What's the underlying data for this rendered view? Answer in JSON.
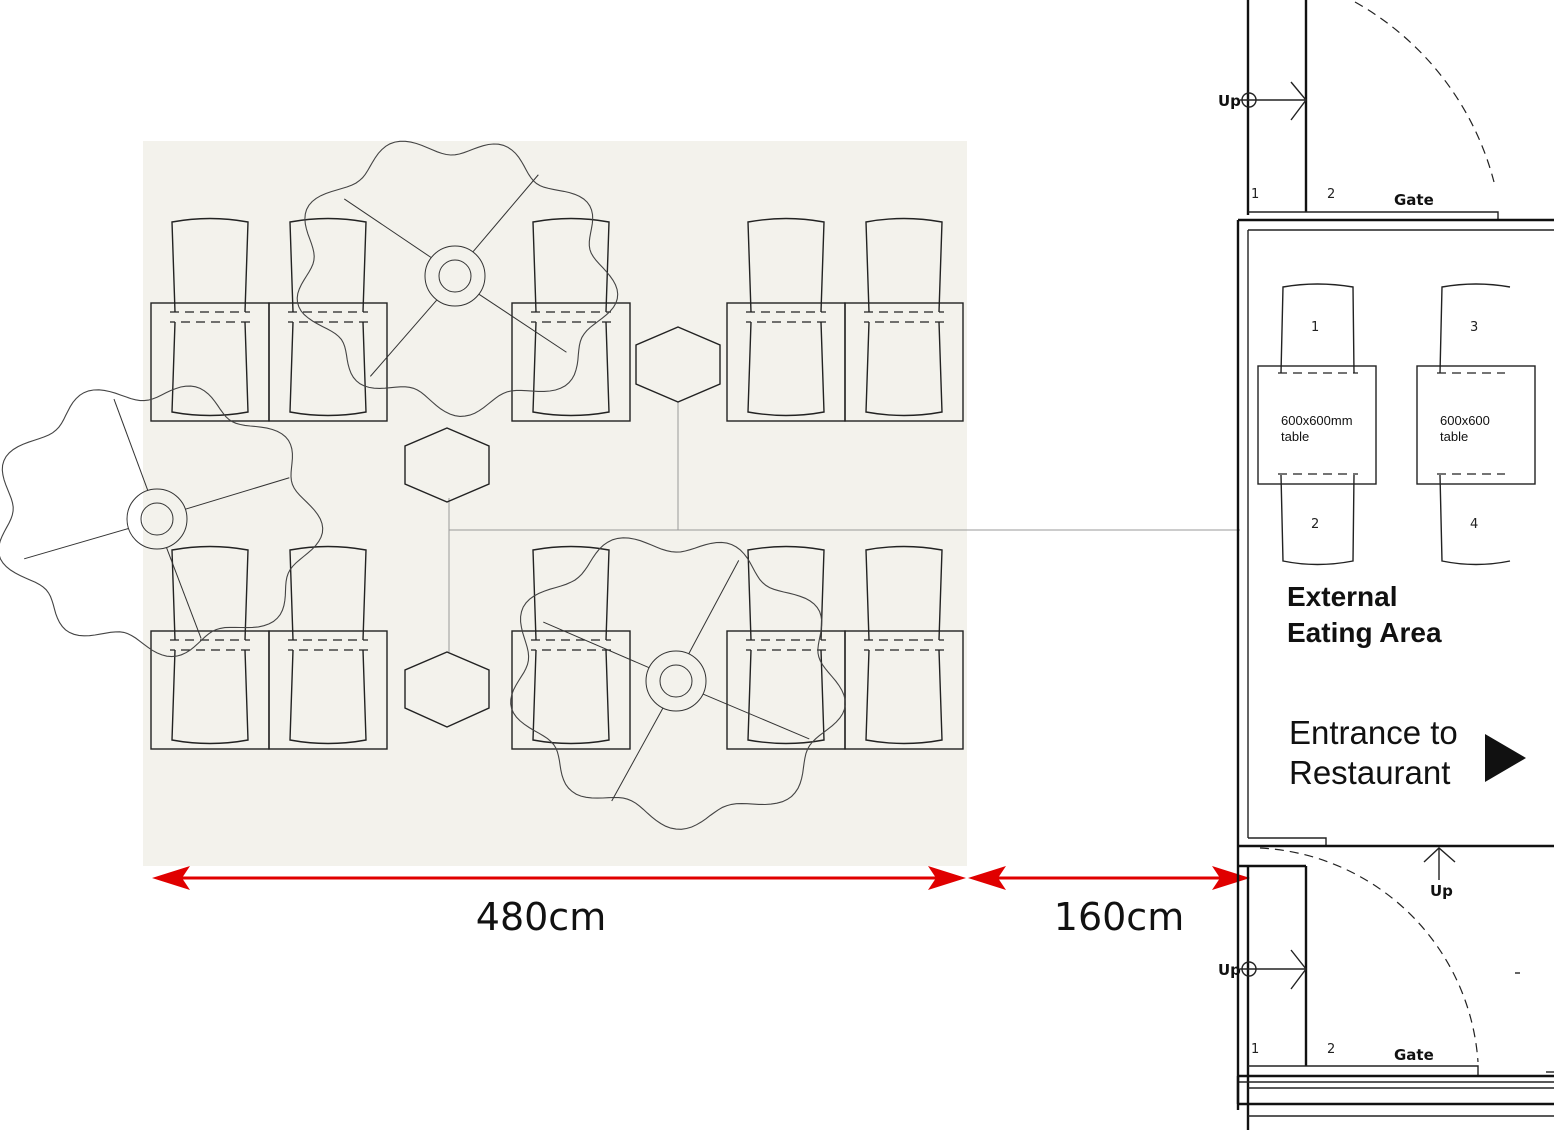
{
  "seating_area": {
    "background_color": "#f3f2ec"
  },
  "dimensions": [
    {
      "value": "480cm"
    },
    {
      "value": "160cm"
    }
  ],
  "kiosk": {
    "table_label_1": "600x600mm",
    "table_label_1b": "table",
    "table_label_2": "600x600",
    "table_label_2b": "table",
    "seat_numbers": [
      "1",
      "2",
      "3",
      "4"
    ],
    "area_title_line1": "External",
    "area_title_line2": "Eating Area",
    "entrance_line1": "Entrance to",
    "entrance_line2": "Restaurant"
  },
  "stairs": {
    "top": {
      "up": "Up",
      "n1": "1",
      "n2": "2",
      "gate": "Gate"
    },
    "middle": {
      "up": "Up"
    },
    "bottom": {
      "up": "Up",
      "n1": "1",
      "n2": "2",
      "gate": "Gate"
    }
  },
  "colors": {
    "dimension_arrow": "#e00000",
    "lines": "#222222"
  }
}
